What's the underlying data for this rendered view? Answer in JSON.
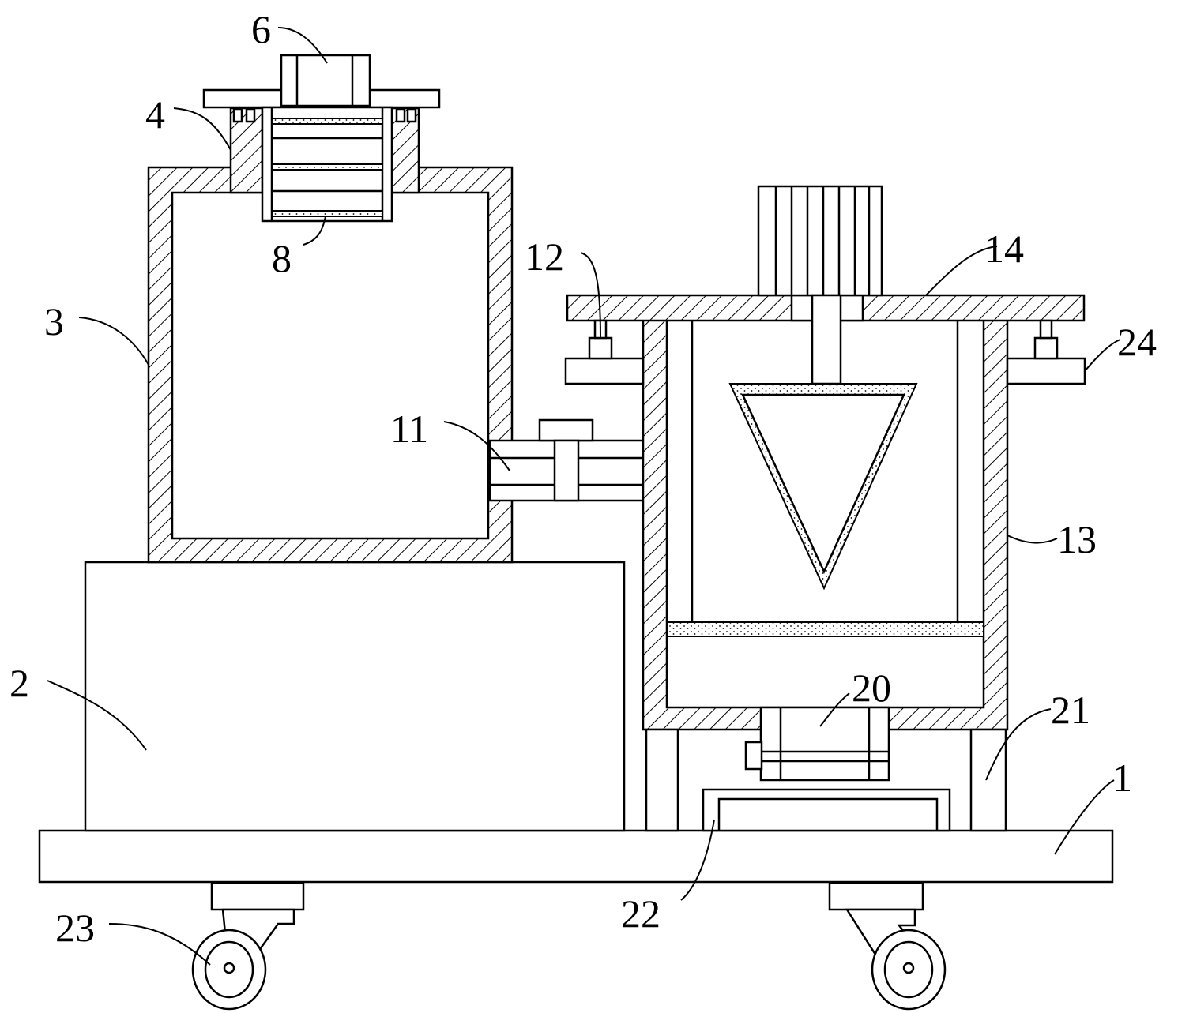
{
  "labels": {
    "l1": "1",
    "l2": "2",
    "l3": "3",
    "l4": "4",
    "l6": "6",
    "l8": "8",
    "l11": "11",
    "l12": "12",
    "l13": "13",
    "l14": "14",
    "l20": "20",
    "l21": "21",
    "l22": "22",
    "l23": "23",
    "l24": "24"
  },
  "colors": {
    "line": "#000000",
    "background": "#ffffff"
  }
}
